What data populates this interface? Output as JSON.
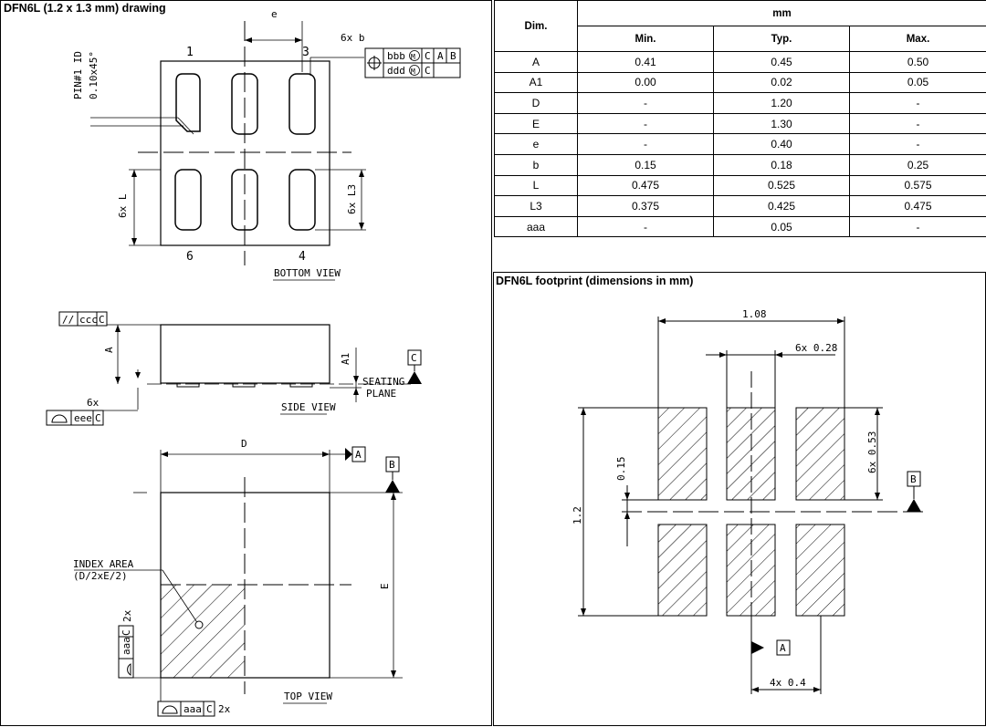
{
  "drawing": {
    "title": "DFN6L (1.2 x 1.3 mm) drawing",
    "bottom_view": {
      "e_label": "e",
      "pin_1": "1",
      "pin_3": "3",
      "pin_6": "6",
      "pin_4": "4",
      "tol_count": "6x b",
      "tol_row1": [
        "bbb",
        "M",
        "C",
        "A",
        "B"
      ],
      "tol_row2": [
        "ddd",
        "M",
        "C"
      ],
      "pin_id_line1": "PIN#1 ID",
      "pin_id_line2": "0.10x45°",
      "l_label": "6x L",
      "l3_label": "6x L3",
      "caption": "BOTTOM VIEW"
    },
    "side_view": {
      "parallelism": [
        "//",
        "ccc",
        "C"
      ],
      "a_label": "A",
      "a1_label": "A1",
      "seating_1": "SEATING",
      "seating_2": "PLANE",
      "datum_c": "C",
      "count": "6x",
      "flatness": [
        "eee",
        "C"
      ],
      "caption": "SIDE VIEW"
    },
    "top_view": {
      "d_label": "D",
      "e_label": "E",
      "datum_a": "A",
      "datum_b": "B",
      "index_1": "INDEX AREA",
      "index_2": "(D/2xE/2)",
      "count_2x_side": "2x",
      "side_tol": [
        "aaa",
        "C"
      ],
      "bottom_tol": [
        "aaa",
        "C"
      ],
      "count_2x_bottom": "2x",
      "caption": "TOP VIEW"
    }
  },
  "table": {
    "header_dim": "Dim.",
    "header_unit": "mm",
    "sub_headers": [
      "Min.",
      "Typ.",
      "Max."
    ],
    "rows": [
      [
        "A",
        "0.41",
        "0.45",
        "0.50"
      ],
      [
        "A1",
        "0.00",
        "0.02",
        "0.05"
      ],
      [
        "D",
        "-",
        "1.20",
        "-"
      ],
      [
        "E",
        "-",
        "1.30",
        "-"
      ],
      [
        "e",
        "-",
        "0.40",
        "-"
      ],
      [
        "b",
        "0.15",
        "0.18",
        "0.25"
      ],
      [
        "L",
        "0.475",
        "0.525",
        "0.575"
      ],
      [
        "L3",
        "0.375",
        "0.425",
        "0.475"
      ],
      [
        "aaa",
        "-",
        "0.05",
        "-"
      ]
    ]
  },
  "footprint": {
    "title": "DFN6L footprint (dimensions in mm)",
    "width_label": "1.08",
    "pad_width_label": "6x 0.28",
    "pad_length_label": "6x 0.53",
    "gap_label": "0.15",
    "height_label": "1.2",
    "pitch_label": "4x 0.4",
    "datum_a": "A",
    "datum_b": "B"
  }
}
